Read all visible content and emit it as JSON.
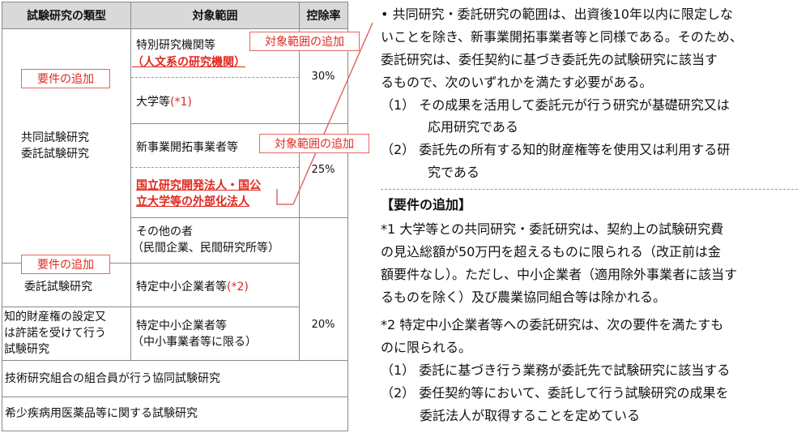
{
  "table": {
    "headers": [
      "試験研究の類型",
      "対象範囲",
      "控除率"
    ],
    "group1_label": [
      "共同試験研究",
      "委託試験研究"
    ],
    "scope_tokubetsu": "特別研究機関等",
    "scope_jinbun": "（人文系の研究機関）",
    "scope_daigaku": "大学等",
    "scope_daigaku_note": "(*1)",
    "scope_shinjigyo": "新事業開拓事業者等",
    "scope_kokuritsu": [
      "国立研究開発法人・国公",
      "立大学等の外部化法人"
    ],
    "scope_sonota": [
      "その他の者",
      "（民間企業、民間研究所等）"
    ],
    "group2_label": "委託試験研究",
    "scope_tokutei": "特定中小企業者等",
    "scope_tokutei_note": "(*2)",
    "group3_label": [
      "知的財産権の設定又",
      "は許諾を受けて行う",
      "試験研究"
    ],
    "scope_chusho": [
      "特定中小企業者等",
      "（中小事業者等に限る）"
    ],
    "row_kumiai": "技術研究組合の組合員が行う協同試験研究",
    "row_kisho": "希少疾病用医薬品等に関する試験研究",
    "rate_30": "30%",
    "rate_25": "25%",
    "rate_20": "20%"
  },
  "callouts": {
    "scope_add_1": "対象範囲の追加",
    "scope_add_2": "対象範囲の追加",
    "req_add_1": "要件の追加",
    "req_add_2": "要件の追加"
  },
  "notes": {
    "bullet_lines": [
      "•  共同研究・委託研究の範囲は、出資後10年以内に限定しな",
      "いことを除き、新事業開拓事業者等と同様である。そのため、",
      "委託研究は、委任契約に基づき委託先の試験研究に該当す",
      "るもので、次のいずれかを満たす必要がある。"
    ],
    "cond1_lines": [
      "（1）  その成果を活用して委託元が行う研究が基礎研究又は",
      "応用研究である"
    ],
    "cond2_lines": [
      "（2）  委託先の所有する知的財産権等を使用又は利用する研",
      "究である"
    ],
    "req_header": "【要件の追加】",
    "note1_lines": [
      "*1   大学等との共同研究・委託研究は、契約上の試験研究費",
      "の見込総額が50万円を超えるものに限られる（改正前は金",
      "額要件なし）。ただし、中小企業者（適用除外事業者に該当す",
      "るものを除く）及び農業協同組合等は除かれる。"
    ],
    "note2_lines": [
      "*2   特定中小企業者等への委託研究は、次の要件を満たすも",
      "のに限られる。"
    ],
    "note2_items": [
      "（1）  委託に基づき行う業務が委託先で試験研究に該当する",
      "（2）  委任契約等において、委託して行う試験研究の成果を",
      "委託法人が取得することを定めている"
    ]
  },
  "colors": {
    "header_bg": "#d9d9d9",
    "accent_red": "#e0281e",
    "callout_border": "#e06a64"
  }
}
